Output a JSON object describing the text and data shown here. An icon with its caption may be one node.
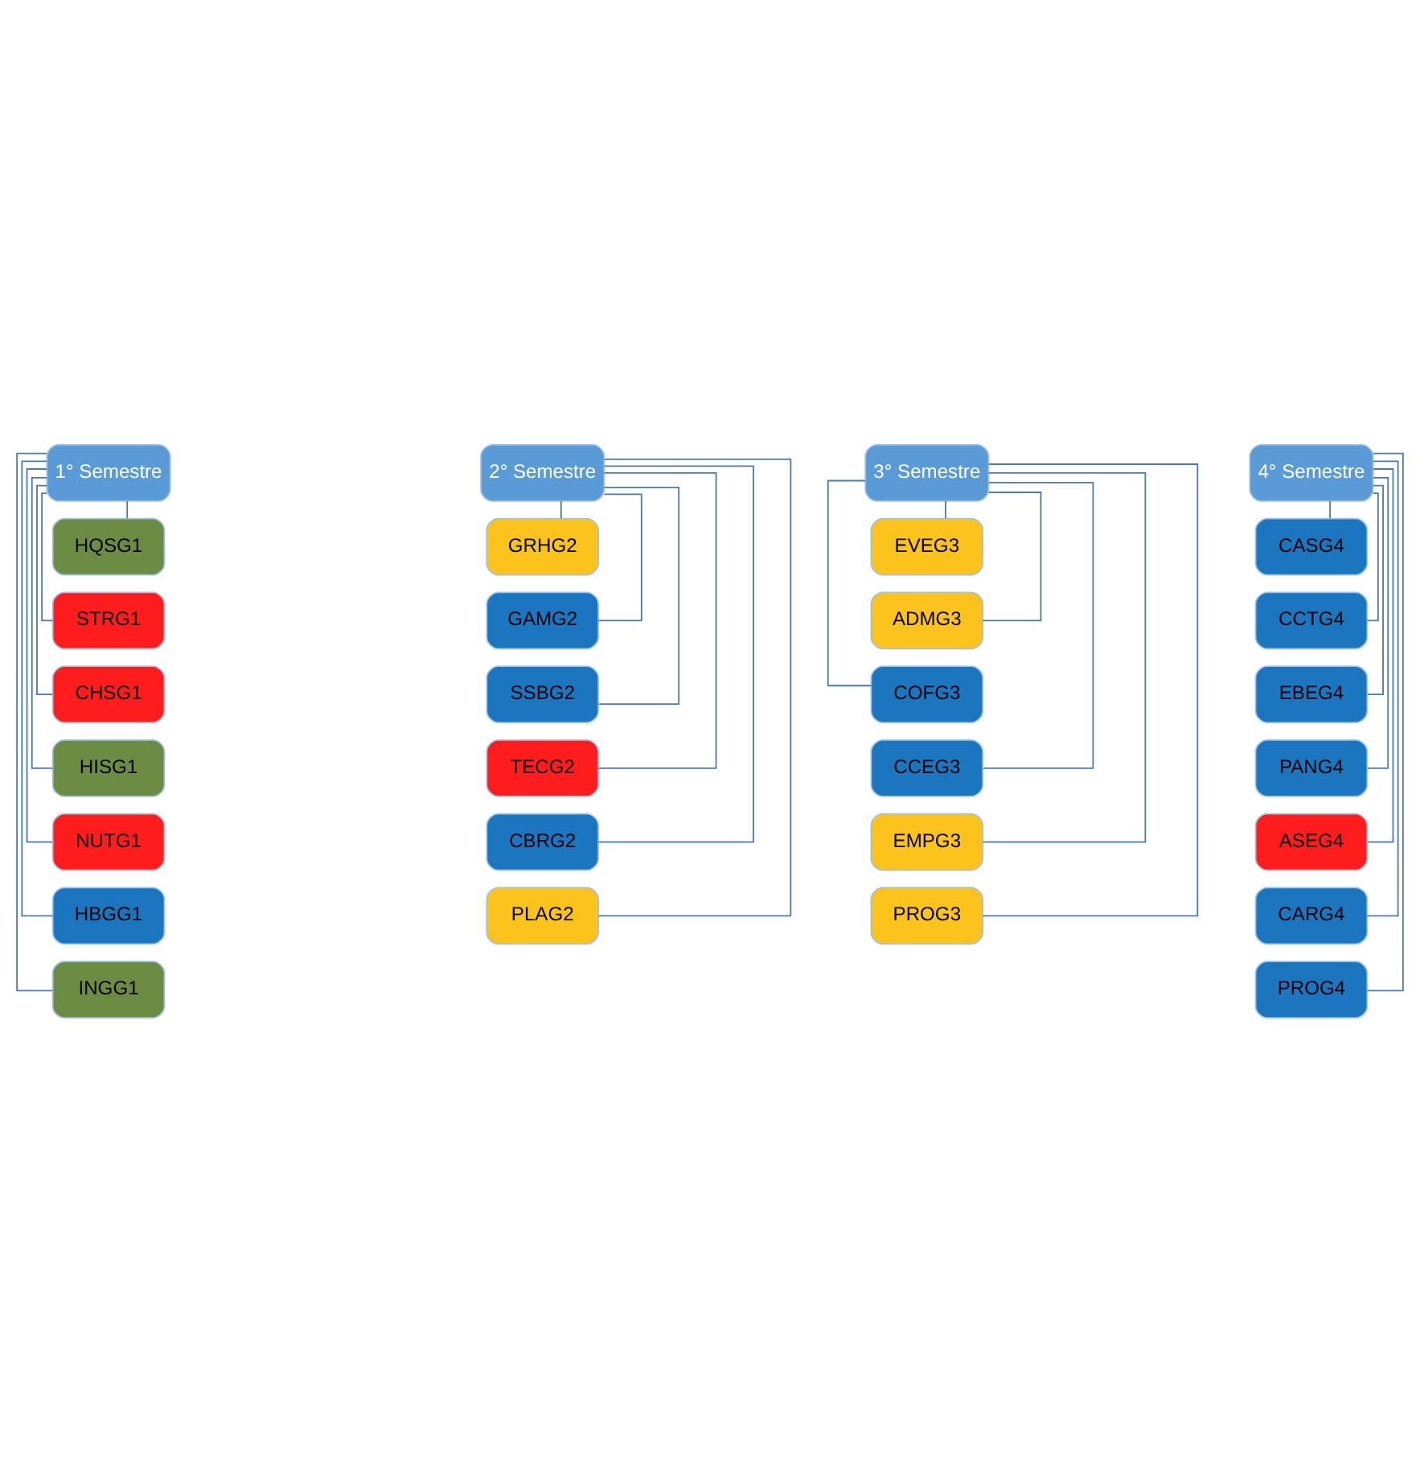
{
  "diagram": {
    "nodes": [
      {
        "text": [
          "1° Semestre"
        ]
      },
      {
        "text": [
          "HQSG1"
        ]
      },
      {
        "text": [
          "STRG1"
        ]
      },
      {
        "text": [
          "CHSG1"
        ]
      },
      {
        "text": [
          "HISG1"
        ]
      },
      {
        "text": [
          "NUTG1"
        ]
      },
      {
        "text": [
          "HBGG1"
        ]
      },
      {
        "text": [
          "INGG1"
        ]
      },
      {
        "text": [
          "2° Semestre"
        ]
      },
      {
        "text": [
          "GRHG2"
        ]
      },
      {
        "text": [
          "GAMG2"
        ]
      },
      {
        "text": [
          "SSBG2"
        ]
      },
      {
        "text": [
          "TECG2"
        ]
      },
      {
        "text": [
          "CBRG2"
        ]
      },
      {
        "text": [
          "PLAG2"
        ]
      },
      {
        "text": [
          "3° Semestre"
        ]
      },
      {
        "text": [
          "EVEG3"
        ]
      },
      {
        "text": [
          "ADMG3"
        ]
      },
      {
        "text": [
          "COFG3"
        ]
      },
      {
        "text": [
          "CCEG3"
        ]
      },
      {
        "text": [
          "EMPG3"
        ]
      },
      {
        "text": [
          "PROG3"
        ]
      },
      {
        "text": [
          "4° Semestre"
        ]
      },
      {
        "text": [
          "CASG4"
        ]
      },
      {
        "text": [
          "CCTG4"
        ]
      },
      {
        "text": [
          "EBEG4"
        ]
      },
      {
        "text": [
          "PANG4"
        ]
      },
      {
        "text": [
          "ASEG4"
        ]
      },
      {
        "text": [
          "CARG4"
        ]
      },
      {
        "text": [
          "PROG4"
        ]
      }
    ],
    "edges": [
      {
        "from": 0,
        "to": 1,
        "arrow": "none"
      },
      {
        "from": 0,
        "to": 2,
        "arrow": "none"
      },
      {
        "from": 0,
        "to": 3,
        "arrow": "none"
      },
      {
        "from": 0,
        "to": 4,
        "arrow": "none"
      },
      {
        "from": 0,
        "to": 5,
        "arrow": "none"
      },
      {
        "from": 0,
        "to": 6,
        "arrow": "none"
      },
      {
        "from": 0,
        "to": 7,
        "arrow": "none"
      },
      {
        "from": 8,
        "to": 9,
        "arrow": "none"
      },
      {
        "from": 8,
        "to": 10,
        "arrow": "none"
      },
      {
        "from": 8,
        "to": 11,
        "arrow": "none"
      },
      {
        "from": 8,
        "to": 12,
        "arrow": "none"
      },
      {
        "from": 8,
        "to": 13,
        "arrow": "none"
      },
      {
        "from": 8,
        "to": 14,
        "arrow": "none"
      },
      {
        "from": 15,
        "to": 16,
        "arrow": "none"
      },
      {
        "from": 15,
        "to": 17,
        "arrow": "none"
      },
      {
        "from": 15,
        "to": 18,
        "arrow": "none"
      },
      {
        "from": 15,
        "to": 19,
        "arrow": "none"
      },
      {
        "from": 15,
        "to": 20,
        "arrow": "none"
      },
      {
        "from": 15,
        "to": 21,
        "arrow": "none"
      },
      {
        "from": 22,
        "to": 23,
        "arrow": "none"
      },
      {
        "from": 22,
        "to": 24,
        "arrow": "none"
      },
      {
        "from": 22,
        "to": 25,
        "arrow": "none"
      },
      {
        "from": 22,
        "to": 26,
        "arrow": "none"
      },
      {
        "from": 22,
        "to": 27,
        "arrow": "none"
      },
      {
        "from": 22,
        "to": 28,
        "arrow": "none"
      },
      {
        "from": 22,
        "to": 29,
        "arrow": "none"
      }
    ]
  }
}
